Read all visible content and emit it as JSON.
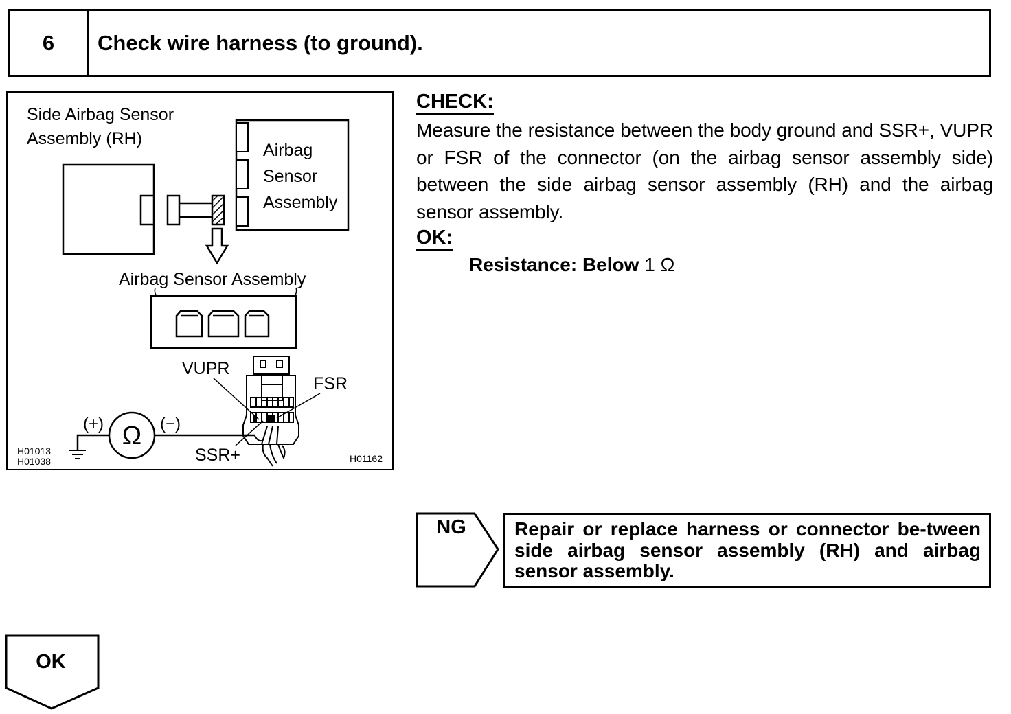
{
  "step": {
    "number": "6",
    "title": "Check wire harness (to ground)."
  },
  "diagram": {
    "side_sensor_label_line1": "Side Airbag Sensor",
    "side_sensor_label_line2": "Assembly (RH)",
    "airbag_sensor_label_line1": "Airbag",
    "airbag_sensor_label_line2": "Sensor",
    "airbag_sensor_label_line3": "Assembly",
    "airbag_sensor_assembly_label": "Airbag Sensor Assembly",
    "terminal_vupr": "VUPR",
    "terminal_fsr": "FSR",
    "terminal_ssr": "SSR+",
    "meter_plus": "(+)",
    "meter_minus": "(−)",
    "meter_symbol": "Ω",
    "ref_code_1": "H01013",
    "ref_code_2": "H01038",
    "ref_code_3": "H01162"
  },
  "check": {
    "label": "CHECK:",
    "text": "Measure the resistance between the body ground and SSR+, VUPR or FSR of the connector (on the airbag sensor assembly side) between the side airbag sensor assembly (RH) and the airbag sensor assembly."
  },
  "ok": {
    "label": "OK:",
    "spec_label": "Resistance: Below",
    "spec_value": "1 Ω"
  },
  "ng_result": {
    "label": "NG",
    "action": "Repair or replace harness or connector be-tween side airbag sensor assembly (RH) and airbag sensor assembly."
  },
  "ok_result": {
    "label": "OK"
  }
}
